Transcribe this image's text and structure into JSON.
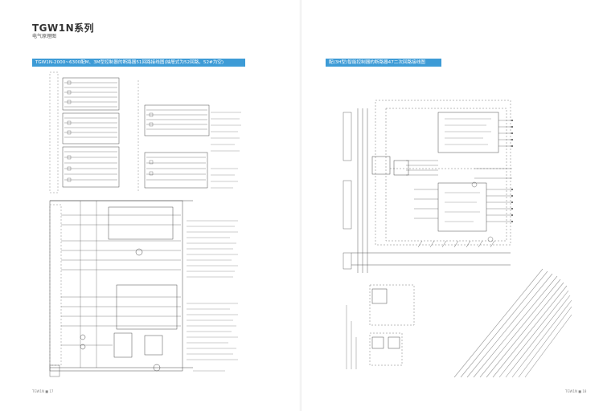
{
  "left_page": {
    "series_title": "TGW1N系列",
    "subtitle": "电气原理图",
    "banner": "TGW1N-2000~6300配M、3M型控制器的断路器51回路接线图(抽屉式为52回路，52#为空)",
    "footer": "TGW1N ■ 17"
  },
  "right_page": {
    "banner": "配(3H型)智能控制器的断路器47二次回路接线图",
    "footer": "TGW1N ■ 18"
  },
  "colors": {
    "banner": "#3d9bd6",
    "line": "#4a4a4a",
    "dash": "#6a6a6a"
  }
}
